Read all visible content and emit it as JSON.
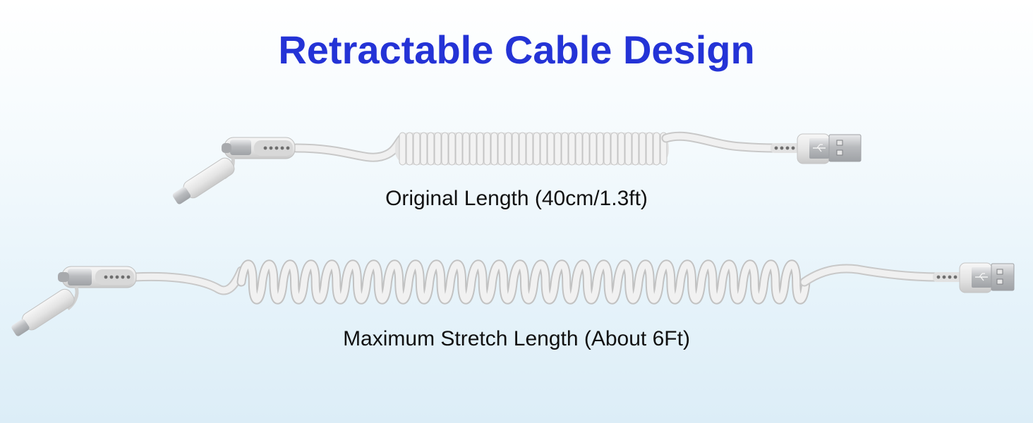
{
  "title": "Retractable Cable Design",
  "captions": {
    "original": "Original Length (40cm/1.3ft)",
    "stretched": "Maximum Stretch Length (About 6Ft)"
  },
  "colors": {
    "title": "#2433d6",
    "cable": "#ebebeb",
    "connector_metal": "#b9bbbe"
  },
  "icons": [
    "usb-symbol-icon"
  ]
}
